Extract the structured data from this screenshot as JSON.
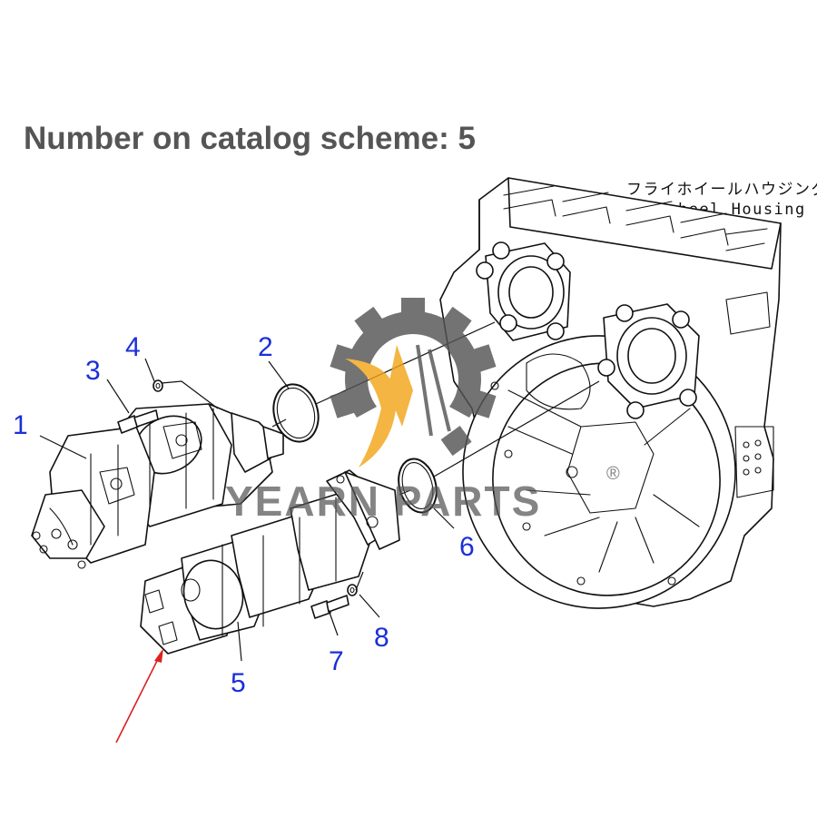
{
  "title": "Number on catalog scheme: 5",
  "housing_label_jp": "フライホイールハウジング",
  "housing_label_en": "Flywheel Housing",
  "callouts": [
    {
      "number": "1"
    },
    {
      "number": "2"
    },
    {
      "number": "3"
    },
    {
      "number": "4"
    },
    {
      "number": "5"
    },
    {
      "number": "6"
    },
    {
      "number": "7"
    },
    {
      "number": "8"
    }
  ],
  "watermark": {
    "text": "YEARN PARTS",
    "registered_mark": "®",
    "gear_color": "#555555",
    "accent_color": "#f2a51a",
    "icon": "gear-logo-icon"
  },
  "arrow_color": "#e02020",
  "callout_color": "#1b2fd9"
}
